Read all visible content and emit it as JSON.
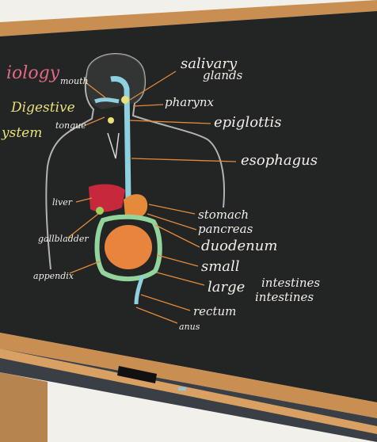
{
  "title_fragment": "iology",
  "subtitle_line1": "Digestive",
  "subtitle_line2": "ystem",
  "labels": {
    "mouth": "mouth",
    "tongue": "tongue",
    "salivary_line1": "salivary",
    "salivary_line2": "glands",
    "pharynx": "pharynx",
    "epiglottis": "epiglottis",
    "esophagus": "esophagus",
    "liver": "liver",
    "gallbladder": "gallbladder",
    "appendix": "appendix",
    "stomach": "stomach",
    "pancreas": "pancreas",
    "duodenum": "duodenum",
    "small_intestines_1": "small",
    "small_intestines_2": "intestines",
    "large_intestines_1": "large",
    "large_intestines_2": "intestines",
    "rectum": "rectum",
    "anus": "anus"
  },
  "colors": {
    "chalkboard": "#1f2121",
    "frame_wood": "#c98f52",
    "wall": "#f2f0ea",
    "chalk_white": "#f1efe8",
    "esophagus_blue": "#8fd0e0",
    "liver_red": "#c8283c",
    "stomach_orange": "#e58a3a",
    "intestine_orange": "#e8843e",
    "large_intestine_green": "#93d39c",
    "label_line_orange": "#e38a3a"
  }
}
